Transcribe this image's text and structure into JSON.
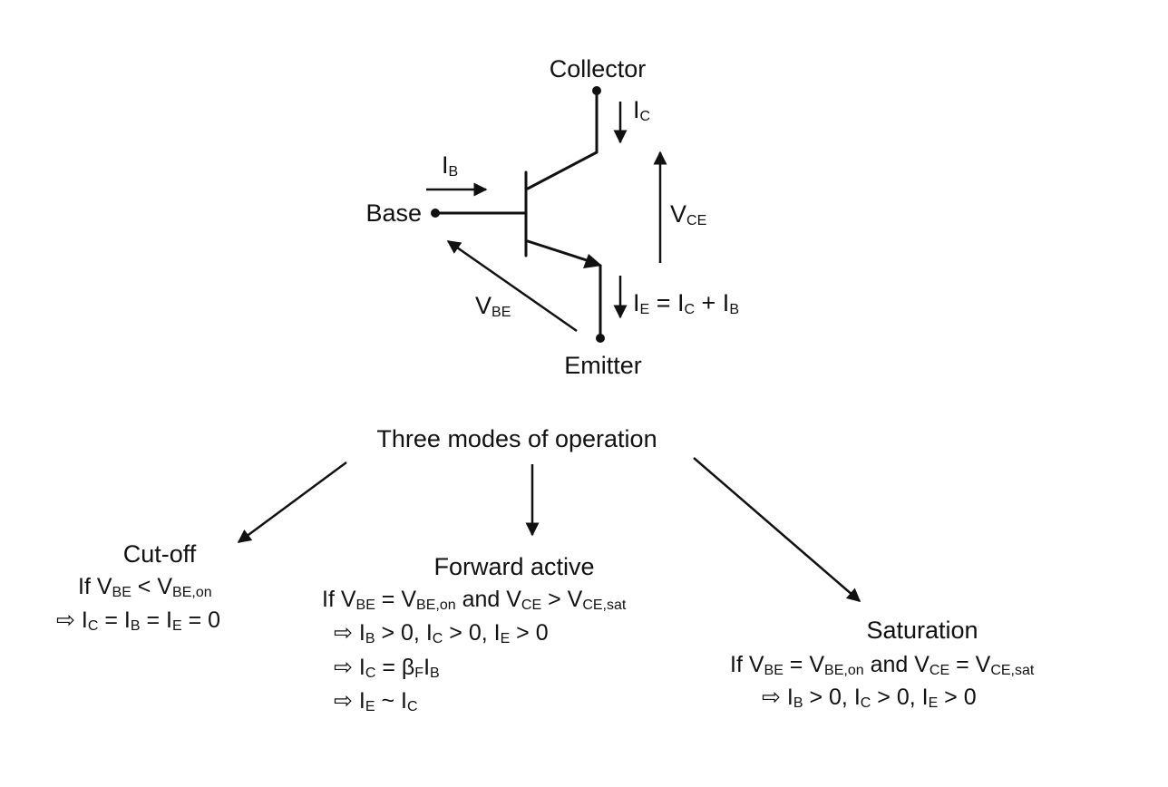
{
  "circuit": {
    "collector_label": "Collector",
    "base_label": "Base",
    "emitter_label": "Emitter",
    "ic_main": "I",
    "ic_sub": "C",
    "ib_main": "I",
    "ib_sub": "B",
    "vce_main": "V",
    "vce_sub": "CE",
    "vbe_main": "V",
    "vbe_sub": "BE",
    "ie_eq": {
      "p1": "I",
      "s1": "E",
      "p2": " = I",
      "s2": "C",
      "p3": " + I",
      "s3": "B"
    }
  },
  "tree": {
    "root": "Three modes of operation",
    "cutoff": {
      "title": "Cut-off",
      "cond": {
        "p1": "If V",
        "s1": "BE",
        "p2": " < V",
        "s2": "BE,on"
      },
      "res": {
        "arrow": "⇨",
        "p1": " I",
        "s1": "C",
        "p2": " = I",
        "s2": "B",
        "p3": " = I",
        "s3": "E",
        "p4": " = 0"
      }
    },
    "forward": {
      "title": "Forward active",
      "cond": {
        "p1": "If V",
        "s1": "BE",
        "p2": " = V",
        "s2": "BE,on",
        "p3": " and V",
        "s3": "CE",
        "p4": " > V",
        "s4": "CE,sat"
      },
      "r1": {
        "arrow": "⇨",
        "p1": " I",
        "s1": "B",
        "p2": " > 0, I",
        "s2": "C",
        "p3": " > 0, I",
        "s3": "E",
        "p4": " > 0"
      },
      "r2": {
        "arrow": "⇨",
        "p1": " I",
        "s1": "C",
        "p2": " = β",
        "s2": "F",
        "p3": "I",
        "s3": "B"
      },
      "r3": {
        "arrow": "⇨",
        "p1": " I",
        "s1": "E",
        "p2": " ~ I",
        "s2": "C"
      }
    },
    "saturation": {
      "title": "Saturation",
      "cond": {
        "p1": "If V",
        "s1": "BE",
        "p2": " = V",
        "s2": "BE,on",
        "p3": " and V",
        "s3": "CE",
        "p4": " = V",
        "s4": "CE,sat"
      },
      "res": {
        "arrow": "⇨",
        "p1": " I",
        "s1": "B",
        "p2": " > 0, I",
        "s2": "C",
        "p3": " > 0, I",
        "s3": "E",
        "p4": " > 0"
      }
    }
  }
}
